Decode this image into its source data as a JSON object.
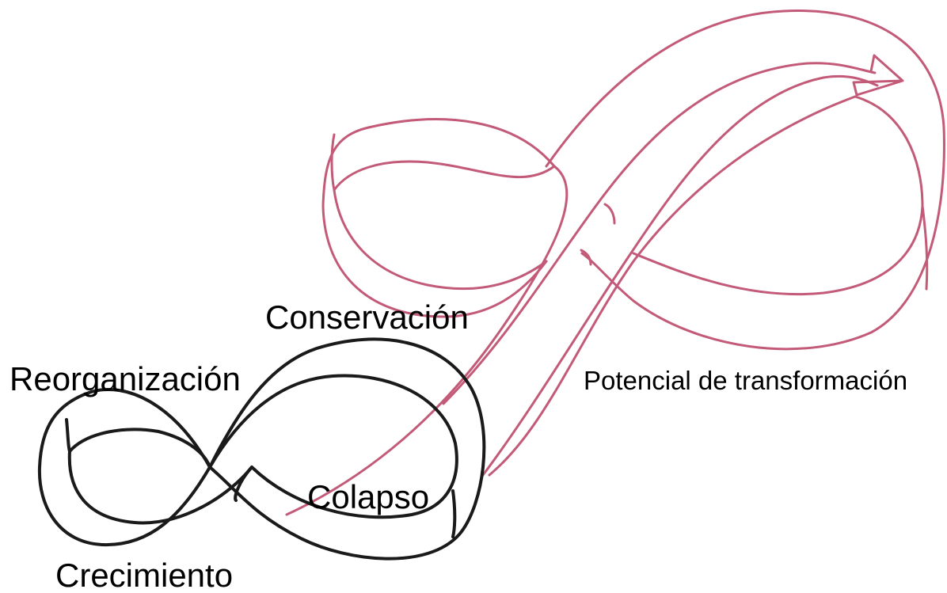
{
  "labels": {
    "conservacion": "Conservación",
    "reorganizacion": "Reorganización",
    "crecimiento": "Crecimiento",
    "colapso": "Colapso",
    "potencial": "Potencial de transformación"
  },
  "colors": {
    "small_loop": "#1a1a1a",
    "large_loop": "#c25a78",
    "background": "#ffffff"
  }
}
